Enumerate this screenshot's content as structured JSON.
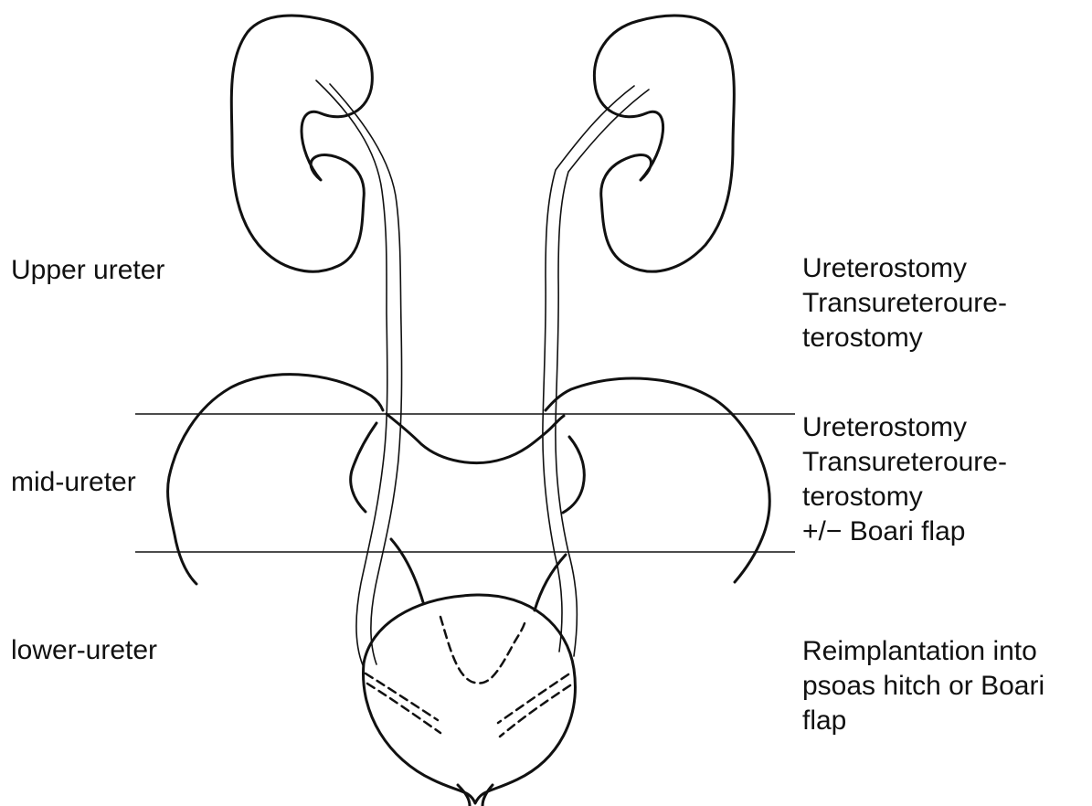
{
  "left_labels": {
    "upper": "Upper ureter",
    "mid": "mid-ureter",
    "lower": "lower-ureter"
  },
  "right_labels": {
    "upper": [
      "Ureterostomy",
      "Transureteroure-",
      "terostomy"
    ],
    "mid": [
      "Ureterostomy",
      "Transureteroure-",
      "terostomy",
      "+/− Boari flap"
    ],
    "lower": [
      "Reimplantation into",
      "psoas hitch or Boari",
      "flap"
    ]
  }
}
